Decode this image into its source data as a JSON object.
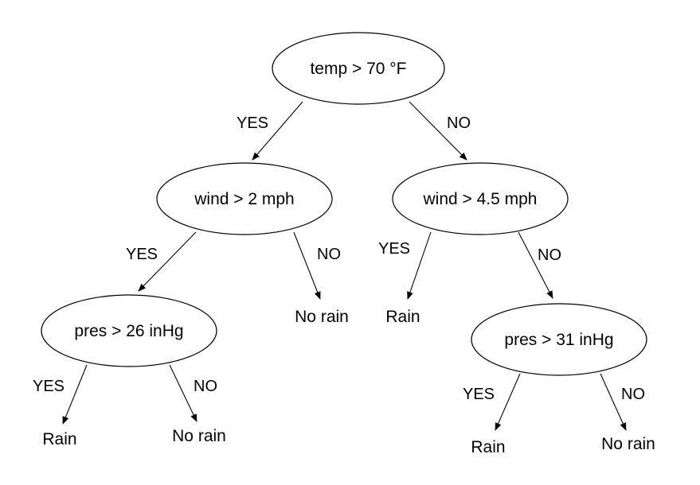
{
  "diagram": {
    "nodes": {
      "root": "temp > 70 °F",
      "left_wind": "wind > 2 mph",
      "right_wind": "wind > 4.5 mph",
      "left_pres": "pres > 26 inHg",
      "right_pres": "pres > 31 inHg"
    },
    "leaves": {
      "left_wind_no": "No rain",
      "right_wind_yes": "Rain",
      "left_pres_yes": "Rain",
      "left_pres_no": "No rain",
      "right_pres_yes": "Rain",
      "right_pres_no": "No rain"
    },
    "edges": {
      "root_yes": "YES",
      "root_no": "NO",
      "left_wind_yes": "YES",
      "left_wind_no": "NO",
      "right_wind_yes": "YES",
      "right_wind_no": "NO",
      "left_pres_yes": "YES",
      "left_pres_no": "NO",
      "right_pres_yes": "YES",
      "right_pres_no": "NO"
    }
  }
}
